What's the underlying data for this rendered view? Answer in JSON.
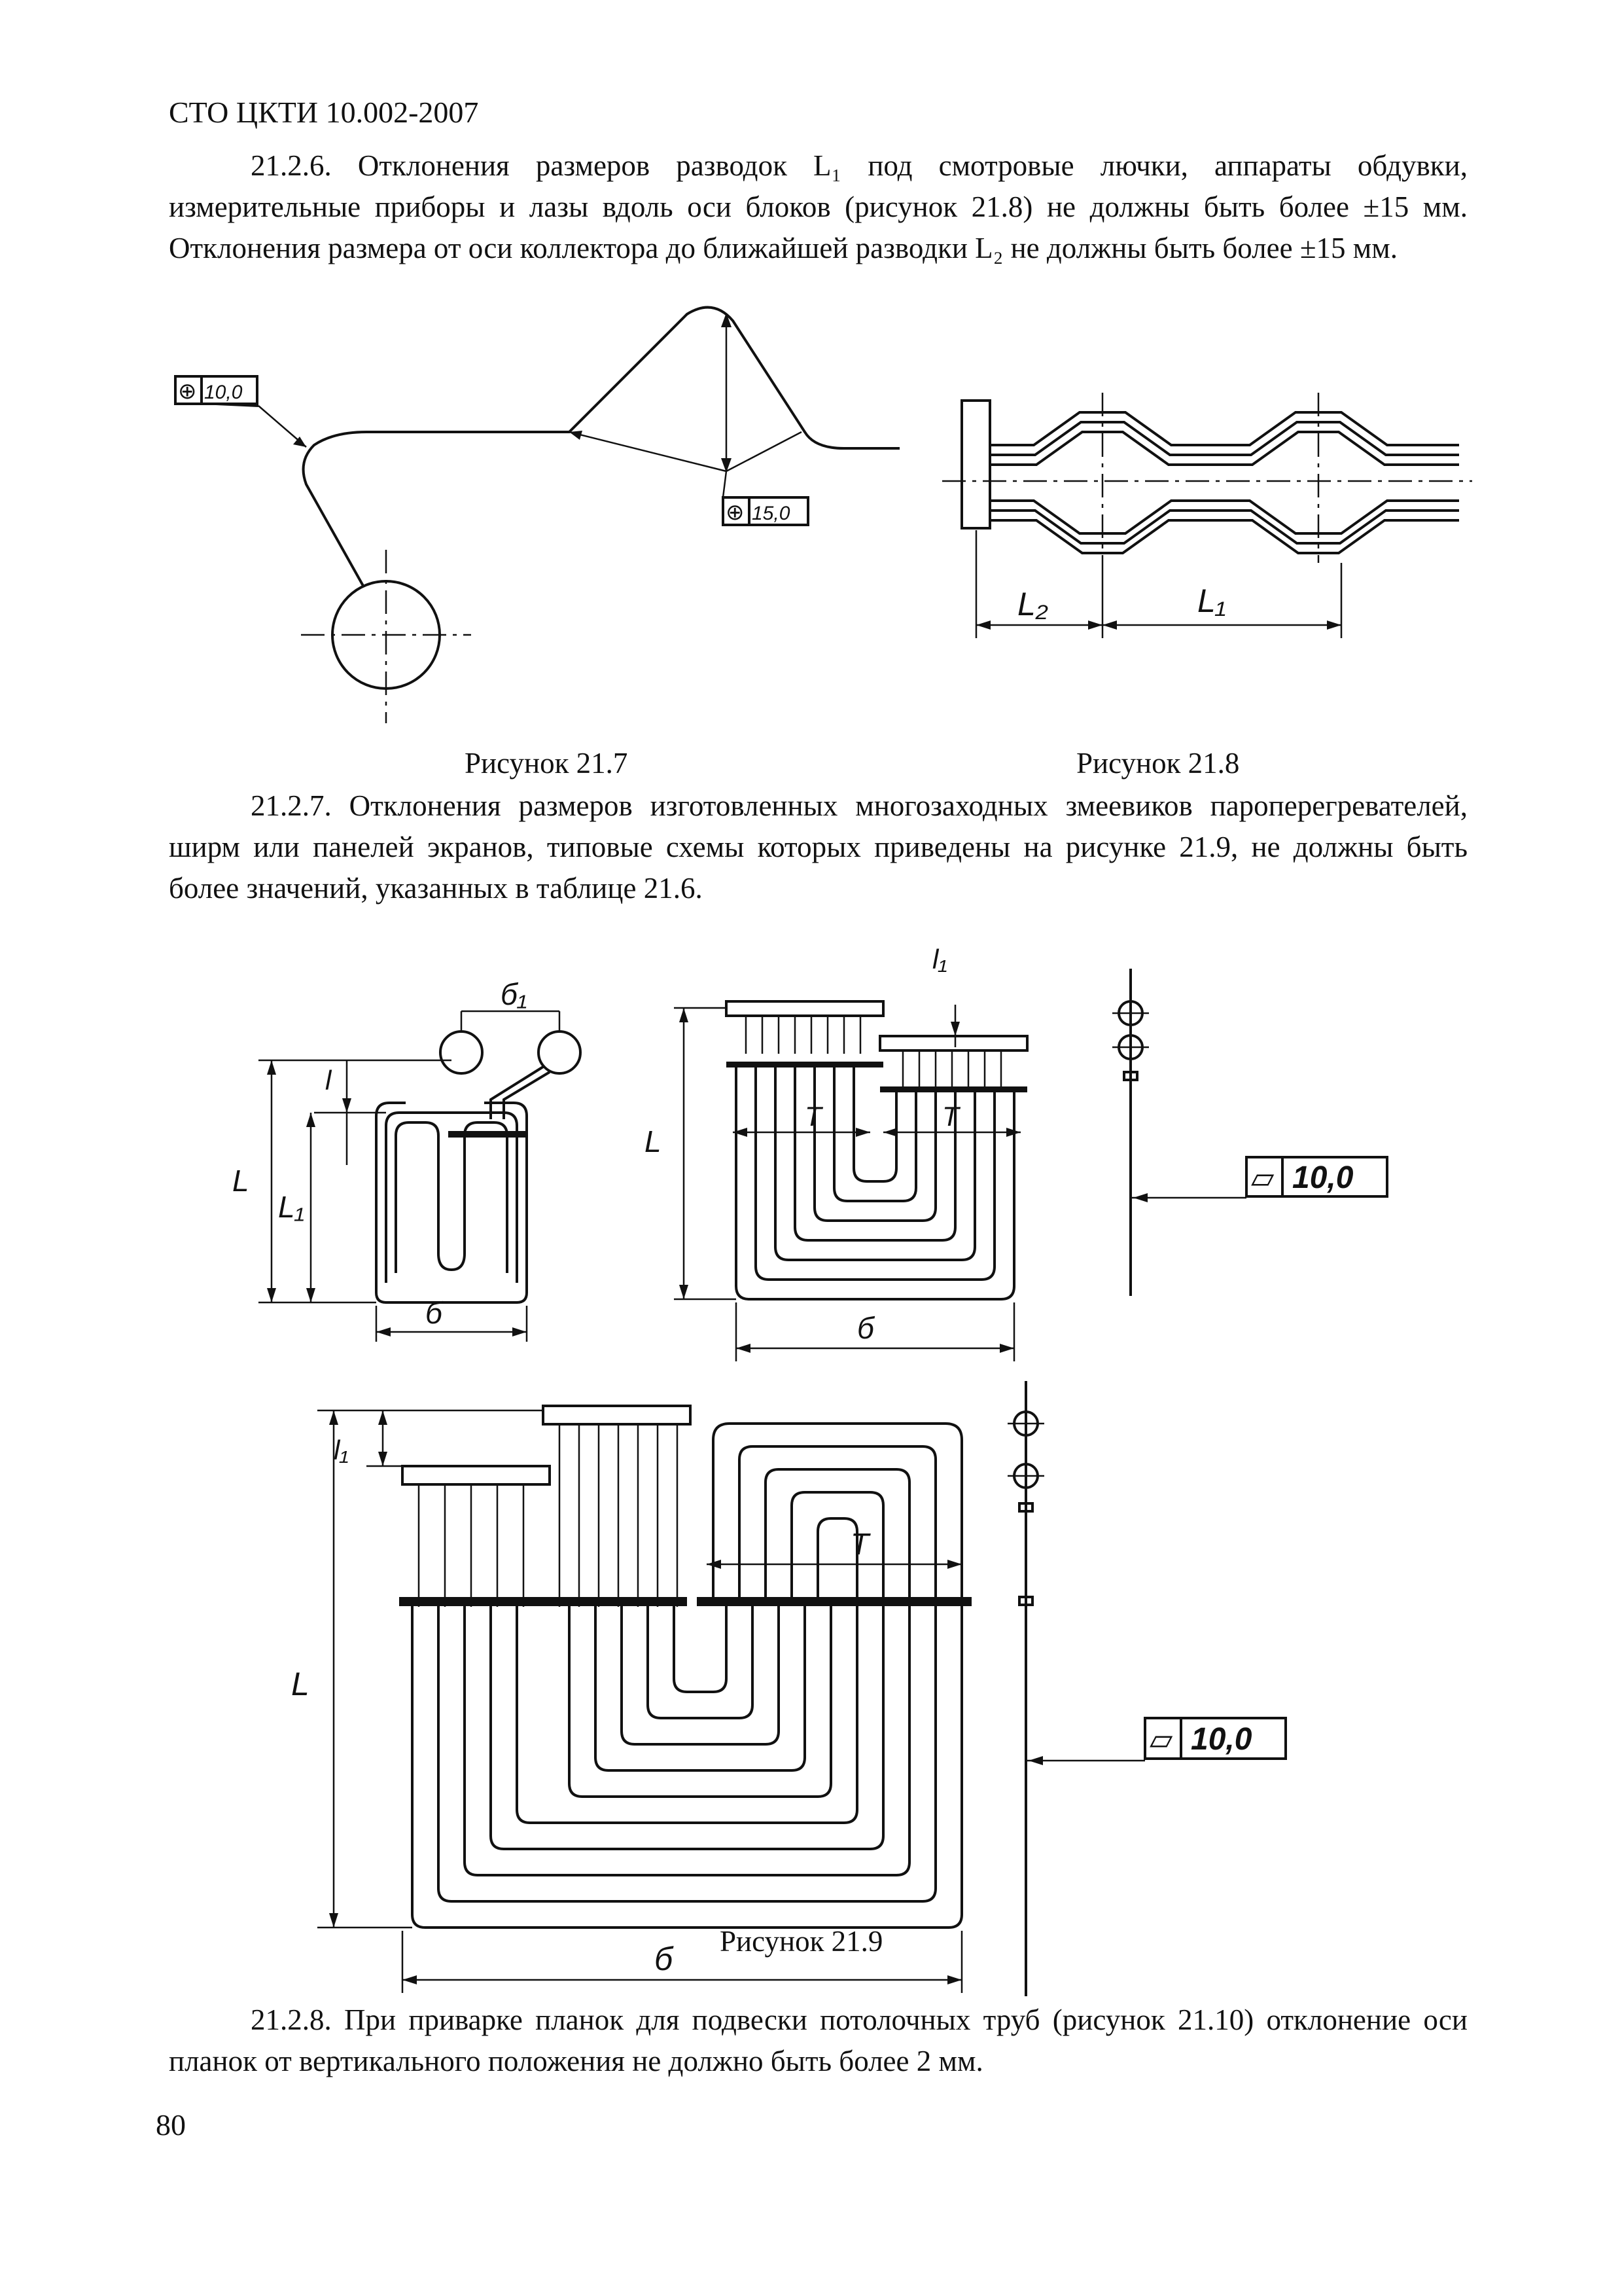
{
  "header": {
    "doc_code": "СТО ЦКТИ 10.002-2007"
  },
  "paragraphs": {
    "p1": "21.2.6. Отклонения размеров разводок L₁ под смотровые лючки, аппараты обдувки, измерительные приборы и лазы вдоль оси блоков (рисунок 21.8) не должны быть более ±15 мм. Отклонения размера от оси коллектора до ближайшей разводки L₂ не должны быть более ±15 мм.",
    "p2": "21.2.7. Отклонения размеров изготовленных многозаходных змеевиков пароперегревателей, ширм или панелей экранов, типовые схемы которых приведены на рисунке 21.9, не должны быть более значений, указанных в таблице 21.6.",
    "p3": "21.2.8. При приварке планок для подвески потолочных труб (рисунок 21.10) отклонение оси планок от вертикального положения не должно быть более 2 мм."
  },
  "captions": {
    "fig7": "Рисунок 21.7",
    "fig8": "Рисунок 21.8",
    "fig9": "Рисунок 21.9"
  },
  "figures": {
    "fig7": {
      "tol_a_symbol": "⊕",
      "tol_a_value": "10,0",
      "tol_b_symbol": "⊕",
      "tol_b_value": "15,0"
    },
    "fig8": {
      "dim_L2": "L₂",
      "dim_L1": "L₁"
    },
    "fig9": {
      "a_dim_b1": "б₁",
      "a_dim_l": "l",
      "a_dim_L": "L",
      "a_dim_L1": "L₁",
      "a_dim_b": "б",
      "b_dim_l1": "l₁",
      "b_dim_T1": "T",
      "b_dim_T2": "T",
      "b_dim_L": "L",
      "b_dim_b": "б",
      "b_flat_symbol": "▱",
      "b_flat_value": "10,0",
      "c_dim_l1": "l₁",
      "c_dim_T": "T",
      "c_dim_L": "L",
      "c_dim_b": "б",
      "c_flat_symbol": "▱",
      "c_flat_value": "10,0"
    }
  },
  "page_number": "80"
}
